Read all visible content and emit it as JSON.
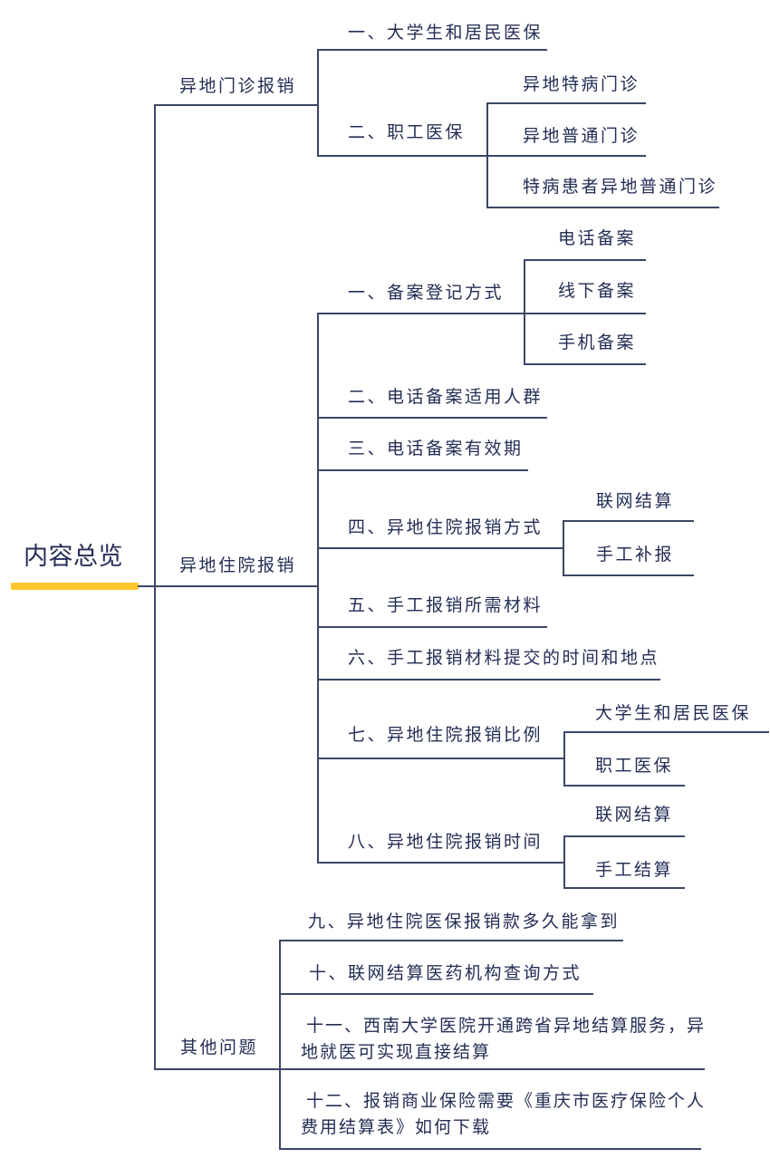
{
  "colors": {
    "text": "#242e55",
    "line": "#3b4765",
    "accent_underline": "#ffc62f",
    "background": "#ffffff"
  },
  "mindmap": {
    "root": {
      "label": "内容总览"
    },
    "branches": [
      {
        "label": "异地门诊报销",
        "children": [
          {
            "label": "一、大学生和居民医保"
          },
          {
            "label": "二、职工医保",
            "children": [
              {
                "label": "异地特病门诊"
              },
              {
                "label": "异地普通门诊"
              },
              {
                "label": "特病患者异地普通门诊"
              }
            ]
          }
        ]
      },
      {
        "label": "异地住院报销",
        "children": [
          {
            "label": "一、备案登记方式",
            "children": [
              {
                "label": "电话备案"
              },
              {
                "label": "线下备案"
              },
              {
                "label": "手机备案"
              }
            ]
          },
          {
            "label": "二、电话备案适用人群"
          },
          {
            "label": "三、电话备案有效期"
          },
          {
            "label": "四、异地住院报销方式",
            "children": [
              {
                "label": "联网结算"
              },
              {
                "label": "手工补报"
              }
            ]
          },
          {
            "label": "五、手工报销所需材料"
          },
          {
            "label": "六、手工报销材料提交的时间和地点"
          },
          {
            "label": "七、异地住院报销比例",
            "children": [
              {
                "label": "大学生和居民医保"
              },
              {
                "label": "职工医保"
              }
            ]
          },
          {
            "label": "八、异地住院报销时间",
            "children": [
              {
                "label": "联网结算"
              },
              {
                "label": "手工结算"
              }
            ]
          }
        ]
      },
      {
        "label": "其他问题",
        "children": [
          {
            "label": "九、异地住院医保报销款多久能拿到"
          },
          {
            "label": "十、联网结算医药机构查询方式"
          },
          {
            "label": "十一、西南大学医院开通跨省异地结算服务，异\n地就医可实现直接结算"
          },
          {
            "label": "十二、报销商业保险需要《重庆市医疗保险个人\n费用结算表》如何下载"
          }
        ]
      }
    ]
  }
}
